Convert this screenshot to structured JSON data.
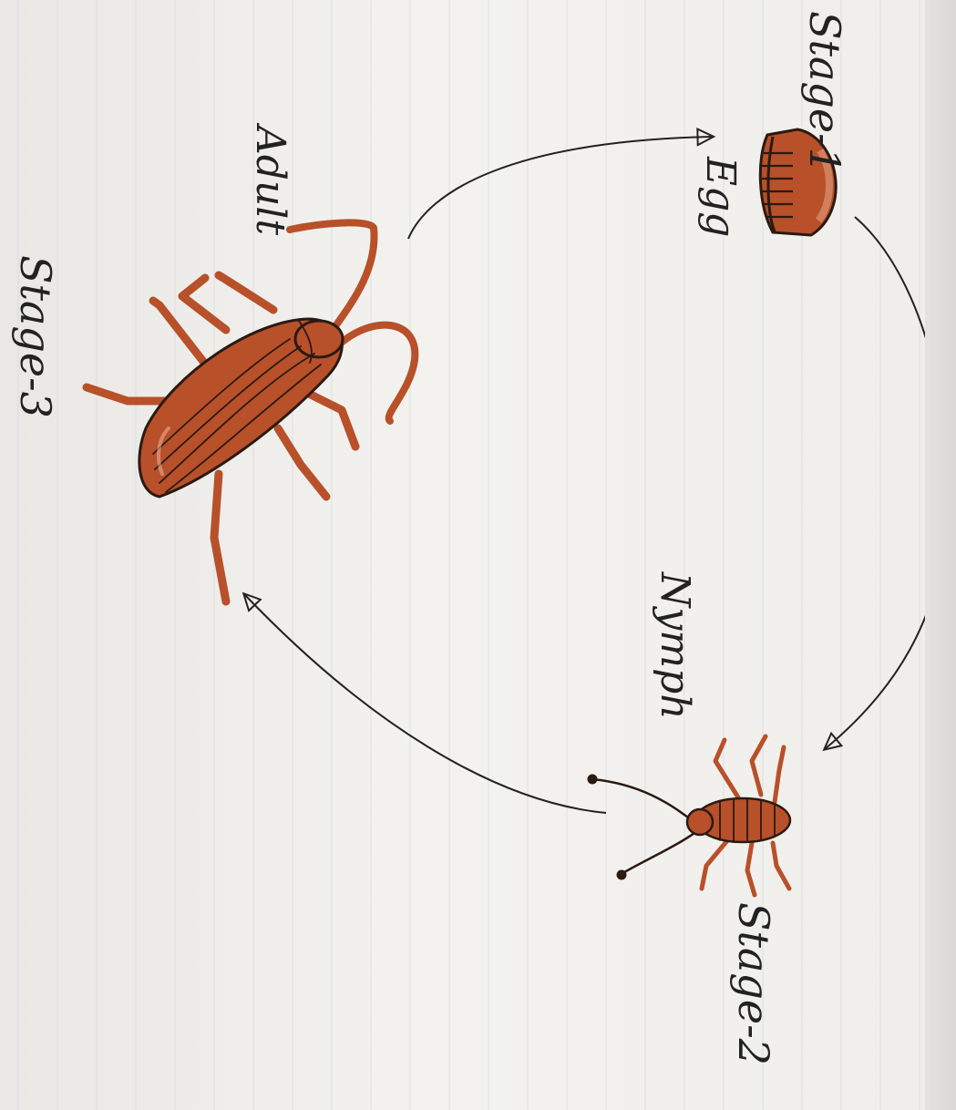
{
  "diagram": {
    "stages": [
      {
        "stage_label": "Stage-1",
        "name": "Egg"
      },
      {
        "stage_label": "Stage-2",
        "name": "Nymph"
      },
      {
        "stage_label": "Stage-3",
        "name": "Adult"
      }
    ]
  },
  "colors": {
    "insect": "#b8502a",
    "outline": "#2a1a12",
    "ink": "#222222",
    "paper_line": "#d2d5db"
  }
}
